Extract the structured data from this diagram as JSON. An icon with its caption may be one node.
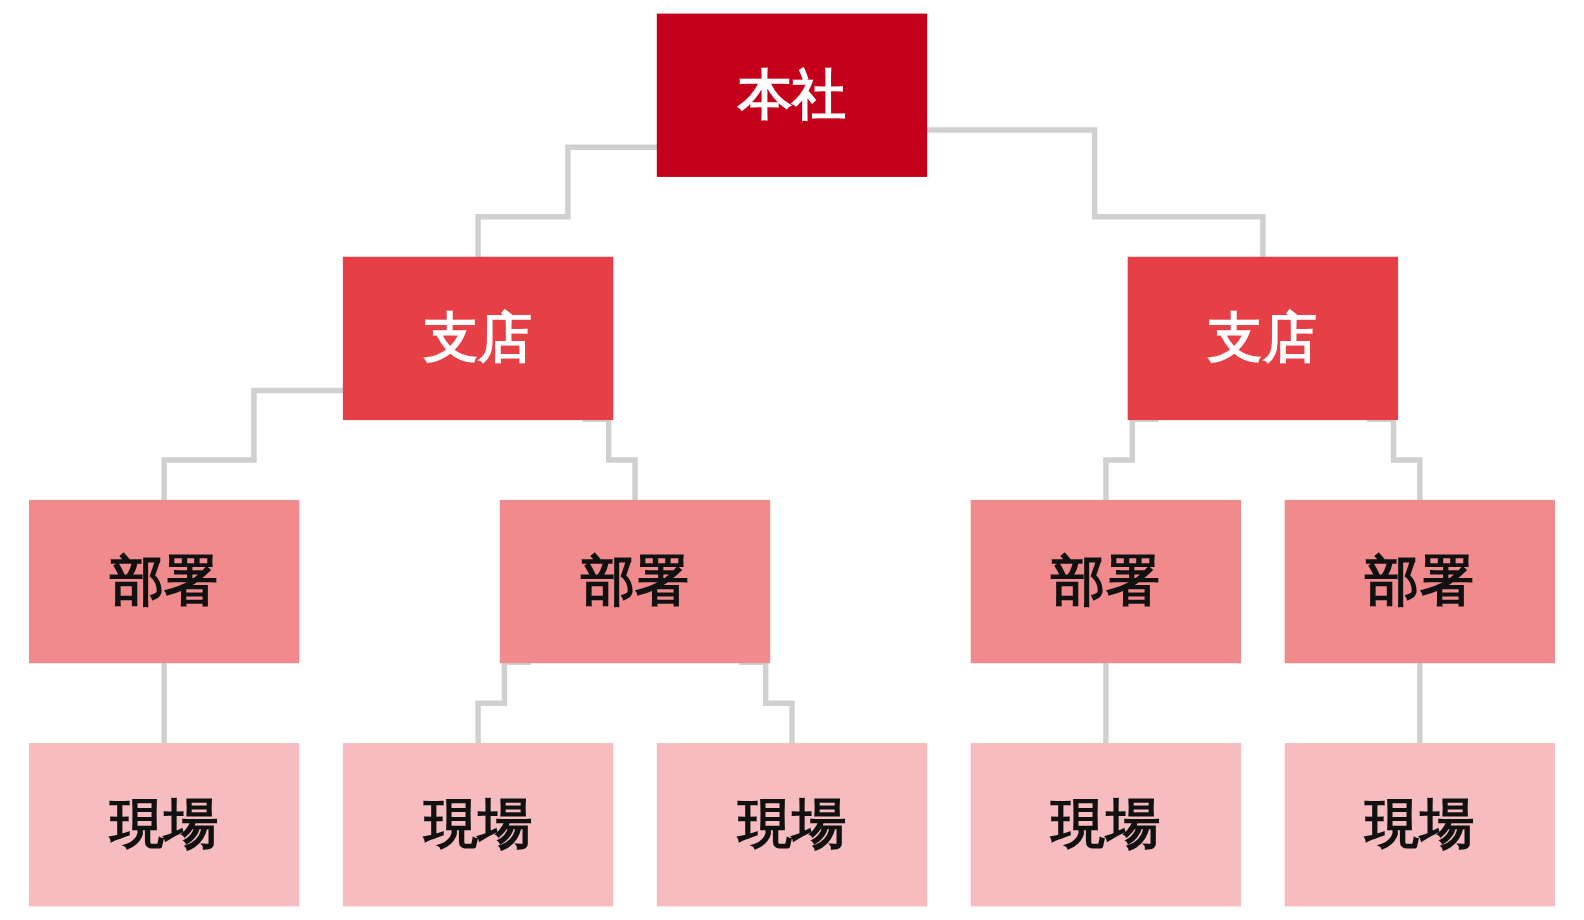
{
  "diagram": {
    "nodes": [
      {
        "text": [
          "本社"
        ]
      },
      {
        "text": [
          "支店"
        ]
      },
      {
        "text": [
          "支店"
        ]
      },
      {
        "text": [
          "部署"
        ]
      },
      {
        "text": [
          "部署"
        ]
      },
      {
        "text": [
          "部署"
        ]
      },
      {
        "text": [
          "部署"
        ]
      },
      {
        "text": [
          "現場"
        ]
      },
      {
        "text": [
          "現場"
        ]
      },
      {
        "text": [
          "現場"
        ]
      },
      {
        "text": [
          "現場"
        ]
      },
      {
        "text": [
          "現場"
        ]
      }
    ],
    "edges": [
      {
        "from": 0,
        "to": 1,
        "arrow": "none"
      },
      {
        "from": 0,
        "to": 2,
        "arrow": "none"
      },
      {
        "from": 1,
        "to": 3,
        "arrow": "none"
      },
      {
        "from": 1,
        "to": 4,
        "arrow": "none"
      },
      {
        "from": 2,
        "to": 5,
        "arrow": "none"
      },
      {
        "from": 2,
        "to": 6,
        "arrow": "none"
      },
      {
        "from": 3,
        "to": 7,
        "arrow": "none"
      },
      {
        "from": 4,
        "to": 8,
        "arrow": "none"
      },
      {
        "from": 4,
        "to": 9,
        "arrow": "none"
      },
      {
        "from": 5,
        "to": 10,
        "arrow": "none"
      },
      {
        "from": 6,
        "to": 11,
        "arrow": "none"
      }
    ]
  }
}
